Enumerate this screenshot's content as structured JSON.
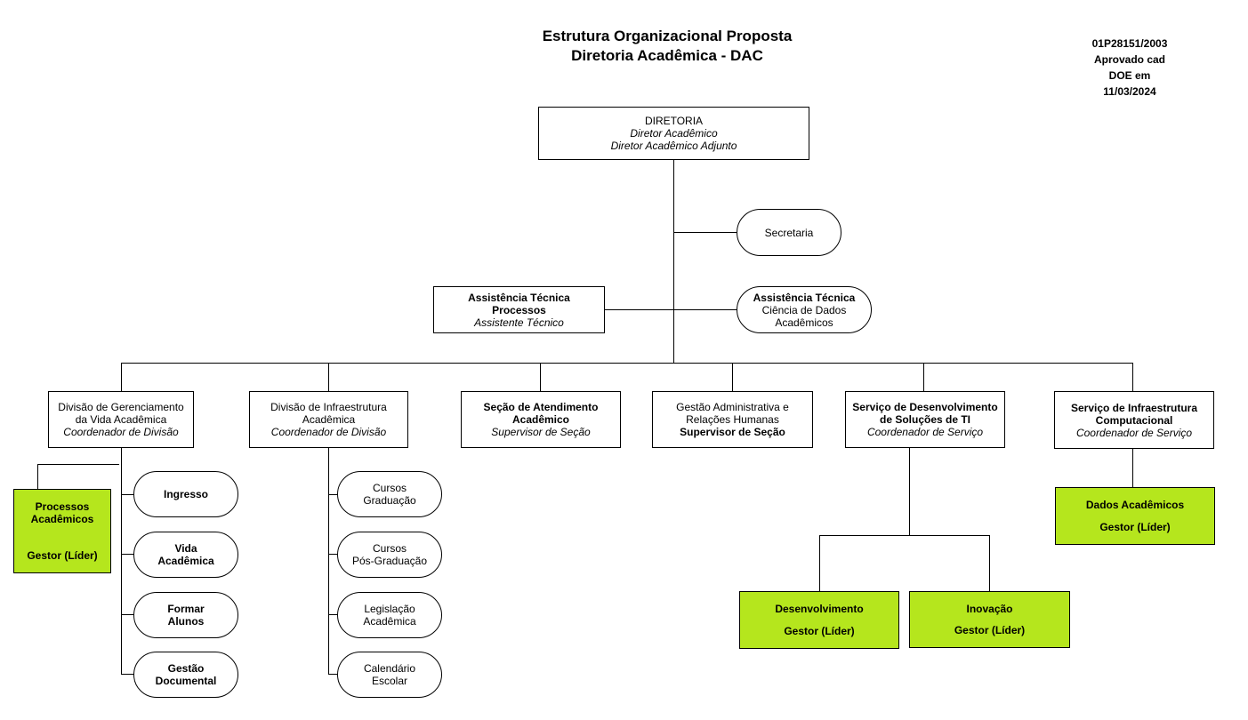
{
  "title": {
    "line1": "Estrutura Organizacional Proposta",
    "line2": "Diretoria Acadêmica - DAC"
  },
  "approval": {
    "line1": "01P28151/2003",
    "line2": "Aprovado cad",
    "line3": "DOE em",
    "line4": "11/03/2024"
  },
  "diretoria": {
    "name": "DIRETORIA",
    "role1": "Diretor Acadêmico",
    "role2": "Diretor Acadêmico Adjunto"
  },
  "secretaria": {
    "name": "Secretaria"
  },
  "assist_processos": {
    "line1": "Assistência Técnica",
    "line2": "Processos",
    "role": "Assistente Técnico"
  },
  "assist_dados": {
    "line1": "Assistência Técnica",
    "line2": "Ciência de Dados",
    "line3": "Acadêmicos"
  },
  "units": {
    "vida": {
      "line1": "Divisão de Gerenciamento",
      "line2": "da Vida Acadêmica",
      "role": "Coordenador de Divisão"
    },
    "infra_acad": {
      "line1": "Divisão de Infraestrutura",
      "line2": "Acadêmica",
      "role": "Coordenador de Divisão"
    },
    "atendimento": {
      "line1": "Seção de Atendimento",
      "line2": "Acadêmico",
      "role": "Supervisor de Seção"
    },
    "gestao_adm": {
      "line1": "Gestão Administrativa e",
      "line2": "Relações Humanas",
      "role": "Supervisor de Seção"
    },
    "dev_ti": {
      "line1": "Serviço de Desenvolvimento",
      "line2": "de Soluções de TI",
      "role": "Coordenador de Serviço"
    },
    "infra_comp": {
      "line1": "Serviço de Infraestrutura",
      "line2": "Computacional",
      "role": "Coordenador de Serviço"
    }
  },
  "vida_children": {
    "ingresso": {
      "line1": "Ingresso"
    },
    "vida_academica": {
      "line1": "Vida",
      "line2": "Acadêmica"
    },
    "formar": {
      "line1": "Formar",
      "line2": "Alunos"
    },
    "gestao_doc": {
      "line1": "Gestão",
      "line2": "Documental"
    }
  },
  "processos": {
    "line1": "Processos",
    "line2": "Acadêmicos",
    "role": "Gestor (Líder)"
  },
  "infra_children": {
    "graduacao": {
      "line1": "Cursos",
      "line2": "Graduação"
    },
    "pos": {
      "line1": "Cursos",
      "line2": "Pós-Graduação"
    },
    "legislacao": {
      "line1": "Legislação",
      "line2": "Acadêmica"
    },
    "calendario": {
      "line1": "Calendário",
      "line2": "Escolar"
    }
  },
  "desenvolvimento": {
    "name": "Desenvolvimento",
    "role": "Gestor (Líder)"
  },
  "inovacao": {
    "name": "Inovação",
    "role": "Gestor (Líder)"
  },
  "dados_academicos": {
    "name": "Dados Acadêmicos",
    "role": "Gestor (Líder)"
  },
  "colors": {
    "green_box": "#b5e61d",
    "line": "#000000",
    "box_bg": "#ffffff"
  }
}
